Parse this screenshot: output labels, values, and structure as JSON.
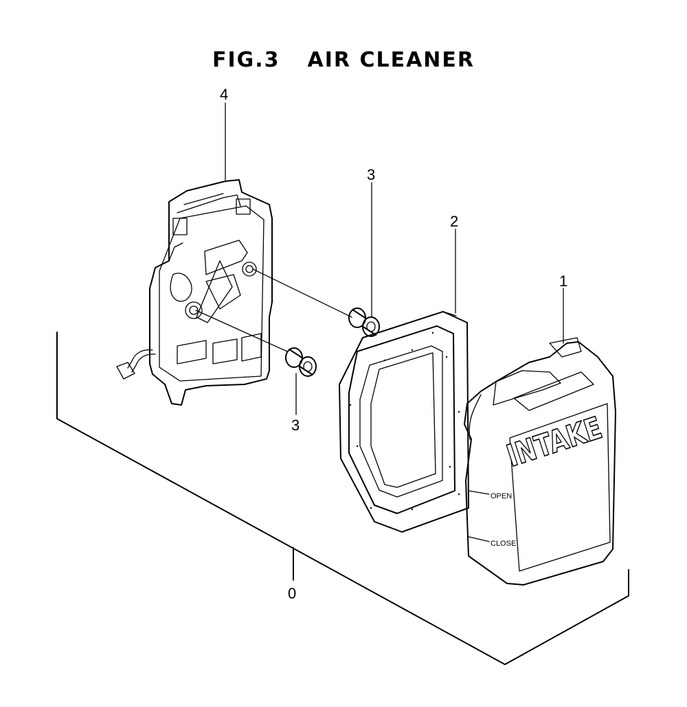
{
  "figure": {
    "fig_number": "FIG.3",
    "title": "AIR CLEANER"
  },
  "callouts": {
    "assembly": "0",
    "cover": "1",
    "element": "2",
    "spacer_top": "3",
    "spacer_bottom": "3",
    "base": "4"
  },
  "cover_labels": {
    "brand": "INTAKE",
    "open": "OPEN",
    "close": "CLOSE"
  }
}
